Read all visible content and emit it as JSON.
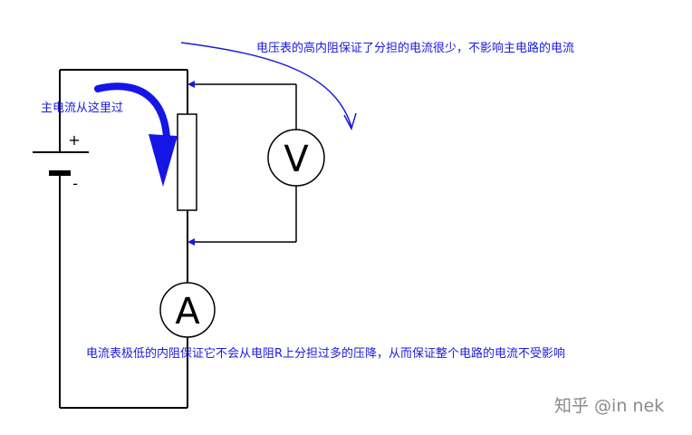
{
  "annotations": {
    "voltmeter_note": "电压表的高内阻保证了分担的电流很少，不影响主电路的电流",
    "main_current_note": "主电流从这里过",
    "ammeter_note": "电流表极低的内阻保证它不会从电阻R上分担过多的压降，从而保证整个电路的电流不受影响"
  },
  "battery": {
    "plus": "+",
    "minus": "-"
  },
  "meters": {
    "voltmeter": "V",
    "ammeter": "A"
  },
  "watermark": "知乎 @in nek",
  "colors": {
    "annotation_blue": "#1a1adc",
    "current_arrow": "#1515e6",
    "wire": "#000000",
    "resistor_fill": "#ffffff"
  }
}
